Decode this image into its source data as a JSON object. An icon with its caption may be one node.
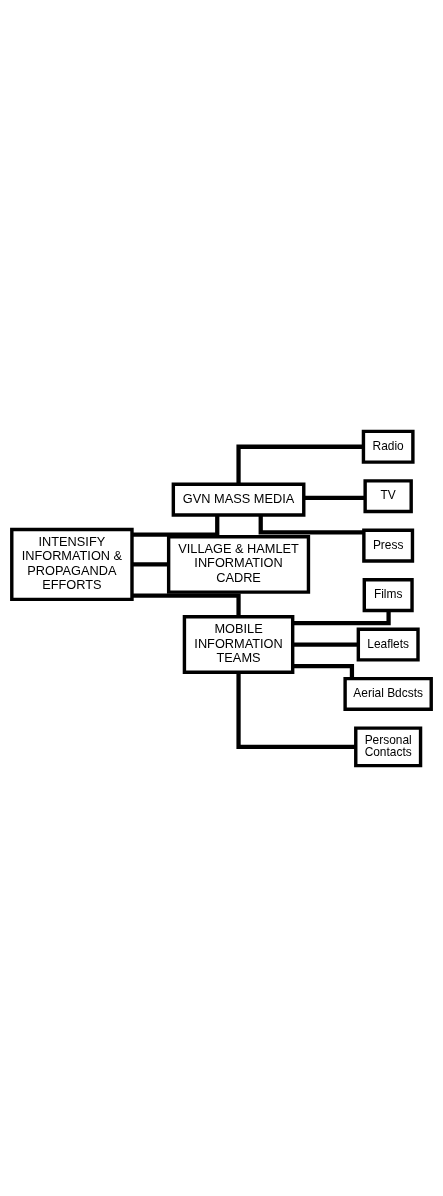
{
  "diagram": {
    "nodes": [
      {
        "text": [
          "INTENSIFY INFORMATION & PROPAGANDA EFFORTS"
        ]
      },
      {
        "text": [
          "GVN MASS MEDIA"
        ]
      },
      {
        "text": [
          "VILLAGE & HAMLET INFORMATION CADRE"
        ]
      },
      {
        "text": [
          "MOBILE INFORMATION TEAMS"
        ]
      },
      {
        "text": [
          "Radio"
        ]
      },
      {
        "text": [
          "TV"
        ]
      },
      {
        "text": [
          "Press"
        ]
      },
      {
        "text": [
          "Films"
        ]
      },
      {
        "text": [
          "Leaflets"
        ]
      },
      {
        "text": [
          "Aerial Bdcsts"
        ]
      },
      {
        "text": [
          "Personal Contacts"
        ]
      }
    ],
    "edges": [
      {
        "from": 0,
        "to": 1,
        "arrow": "none"
      },
      {
        "from": 0,
        "to": 2,
        "arrow": "none"
      },
      {
        "from": 0,
        "to": 3,
        "arrow": "none"
      },
      {
        "from": 1,
        "to": 4,
        "arrow": "none"
      },
      {
        "from": 1,
        "to": 5,
        "arrow": "none"
      },
      {
        "from": 1,
        "to": 6,
        "arrow": "none"
      },
      {
        "from": 3,
        "to": 7,
        "arrow": "none"
      },
      {
        "from": 3,
        "to": 8,
        "arrow": "none"
      },
      {
        "from": 3,
        "to": 9,
        "arrow": "none"
      },
      {
        "from": 3,
        "to": 10,
        "arrow": "none"
      }
    ]
  }
}
